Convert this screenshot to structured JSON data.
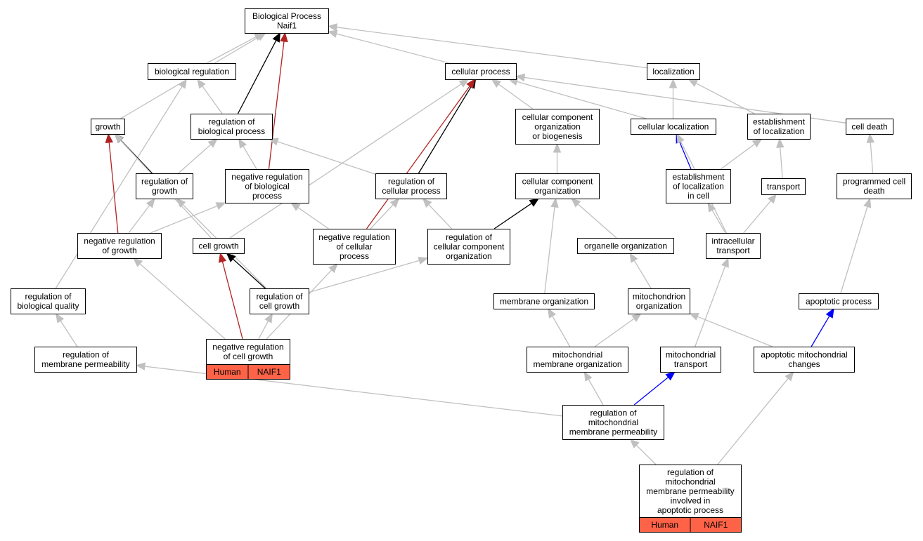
{
  "colors": {
    "gray": "#c0c0c0",
    "black": "#000000",
    "red": "#b22222",
    "blue": "#0000ff",
    "annotation_fill": "#ff6347"
  },
  "nodes": [
    {
      "id": "bp",
      "lines": [
        "Biological Process",
        "Naif1"
      ]
    },
    {
      "id": "bioreg",
      "lines": [
        "biological regulation"
      ]
    },
    {
      "id": "cellproc",
      "lines": [
        "cellular process"
      ]
    },
    {
      "id": "loc",
      "lines": [
        "localization"
      ]
    },
    {
      "id": "growth",
      "lines": [
        "growth"
      ]
    },
    {
      "id": "regbp",
      "lines": [
        "regulation of",
        "biological process"
      ]
    },
    {
      "id": "ccob",
      "lines": [
        "cellular component",
        "organization",
        "or biogenesis"
      ]
    },
    {
      "id": "cellloc",
      "lines": [
        "cellular localization"
      ]
    },
    {
      "id": "estloc",
      "lines": [
        "establishment",
        "of localization"
      ]
    },
    {
      "id": "celldeath",
      "lines": [
        "cell death"
      ]
    },
    {
      "id": "reggrowth",
      "lines": [
        "regulation of",
        "growth"
      ]
    },
    {
      "id": "negregbp",
      "lines": [
        "negative regulation",
        "of biological",
        "process"
      ]
    },
    {
      "id": "regcp",
      "lines": [
        "regulation of",
        "cellular process"
      ]
    },
    {
      "id": "cco",
      "lines": [
        "cellular component",
        "organization"
      ]
    },
    {
      "id": "estlocc",
      "lines": [
        "establishment",
        "of localization",
        "in cell"
      ]
    },
    {
      "id": "transport",
      "lines": [
        "transport"
      ]
    },
    {
      "id": "pcd",
      "lines": [
        "programmed cell",
        "death"
      ]
    },
    {
      "id": "negreggrowth",
      "lines": [
        "negative regulation",
        "of growth"
      ]
    },
    {
      "id": "cellgrowth",
      "lines": [
        "cell growth"
      ]
    },
    {
      "id": "negregcp",
      "lines": [
        "negative regulation",
        "of cellular",
        "process"
      ]
    },
    {
      "id": "regcco",
      "lines": [
        "regulation of",
        "cellular component",
        "organization"
      ]
    },
    {
      "id": "orgorg",
      "lines": [
        "organelle organization"
      ]
    },
    {
      "id": "ict",
      "lines": [
        "intracellular",
        "transport"
      ]
    },
    {
      "id": "regbq",
      "lines": [
        "regulation of",
        "biological quality"
      ]
    },
    {
      "id": "regcg",
      "lines": [
        "regulation of",
        "cell growth"
      ]
    },
    {
      "id": "memorg",
      "lines": [
        "membrane organization"
      ]
    },
    {
      "id": "mitoorg",
      "lines": [
        "mitochondrion",
        "organization"
      ]
    },
    {
      "id": "apop",
      "lines": [
        "apoptotic process"
      ]
    },
    {
      "id": "regmp",
      "lines": [
        "regulation of",
        "membrane permeability"
      ]
    },
    {
      "id": "negregcg",
      "lines": [
        "negative regulation",
        "of cell growth"
      ],
      "annotation": [
        "Human",
        "NAIF1"
      ]
    },
    {
      "id": "mitomemorg",
      "lines": [
        "mitochondrial",
        "membrane organization"
      ]
    },
    {
      "id": "mitotrans",
      "lines": [
        "mitochondrial",
        "transport"
      ]
    },
    {
      "id": "apopmito",
      "lines": [
        "apoptotic mitochondrial",
        "changes"
      ]
    },
    {
      "id": "regmmp",
      "lines": [
        "regulation of",
        "mitochondrial",
        "membrane permeability"
      ]
    },
    {
      "id": "regmmpapop",
      "lines": [
        "regulation of",
        "mitochondrial",
        "membrane permeability",
        "involved in",
        "apoptotic process"
      ],
      "annotation": [
        "Human",
        "NAIF1"
      ]
    }
  ],
  "edges": [
    {
      "from": "bioreg",
      "to": "bp",
      "color": "gray"
    },
    {
      "from": "growth",
      "to": "bp",
      "color": "gray"
    },
    {
      "from": "regbp",
      "to": "bp",
      "color": "black"
    },
    {
      "from": "negregbp",
      "to": "bp",
      "color": "red"
    },
    {
      "from": "cellproc",
      "to": "bp",
      "color": "gray"
    },
    {
      "from": "loc",
      "to": "bp",
      "color": "gray"
    },
    {
      "from": "regbp",
      "to": "bioreg",
      "color": "gray"
    },
    {
      "from": "regbq",
      "to": "bioreg",
      "color": "gray"
    },
    {
      "from": "reggrowth",
      "to": "growth",
      "color": "black"
    },
    {
      "from": "negreggrowth",
      "to": "growth",
      "color": "red"
    },
    {
      "from": "cellgrowth",
      "to": "growth",
      "color": "gray"
    },
    {
      "from": "reggrowth",
      "to": "regbp",
      "color": "gray"
    },
    {
      "from": "negregbp",
      "to": "regbp",
      "color": "gray"
    },
    {
      "from": "regcp",
      "to": "regbp",
      "color": "gray"
    },
    {
      "from": "regcp",
      "to": "cellproc",
      "color": "black"
    },
    {
      "from": "negregcp",
      "to": "cellproc",
      "color": "red"
    },
    {
      "from": "cellgrowth",
      "to": "cellproc",
      "color": "gray"
    },
    {
      "from": "ccob",
      "to": "cellproc",
      "color": "gray"
    },
    {
      "from": "cellloc",
      "to": "cellproc",
      "color": "gray"
    },
    {
      "from": "celldeath",
      "to": "cellproc",
      "color": "gray"
    },
    {
      "from": "cellloc",
      "to": "loc",
      "color": "gray"
    },
    {
      "from": "estloc",
      "to": "loc",
      "color": "gray"
    },
    {
      "from": "cco",
      "to": "ccob",
      "color": "gray"
    },
    {
      "from": "estlocc",
      "to": "cellloc",
      "color": "blue"
    },
    {
      "from": "ict",
      "to": "cellloc",
      "color": "gray"
    },
    {
      "from": "estlocc",
      "to": "estloc",
      "color": "gray"
    },
    {
      "from": "transport",
      "to": "estloc",
      "color": "gray"
    },
    {
      "from": "pcd",
      "to": "celldeath",
      "color": "gray"
    },
    {
      "from": "negreggrowth",
      "to": "reggrowth",
      "color": "gray"
    },
    {
      "from": "regcg",
      "to": "reggrowth",
      "color": "gray"
    },
    {
      "from": "negreggrowth",
      "to": "negregbp",
      "color": "gray"
    },
    {
      "from": "negregcp",
      "to": "negregbp",
      "color": "gray"
    },
    {
      "from": "negregcp",
      "to": "regcp",
      "color": "gray"
    },
    {
      "from": "regcco",
      "to": "regcp",
      "color": "gray"
    },
    {
      "from": "regcco",
      "to": "cco",
      "color": "black"
    },
    {
      "from": "orgorg",
      "to": "cco",
      "color": "gray"
    },
    {
      "from": "memorg",
      "to": "cco",
      "color": "gray"
    },
    {
      "from": "ict",
      "to": "estlocc",
      "color": "gray"
    },
    {
      "from": "ict",
      "to": "transport",
      "color": "gray"
    },
    {
      "from": "apop",
      "to": "pcd",
      "color": "gray"
    },
    {
      "from": "negregcg",
      "to": "negreggrowth",
      "color": "gray"
    },
    {
      "from": "regcg",
      "to": "cellgrowth",
      "color": "black"
    },
    {
      "from": "negregcg",
      "to": "cellgrowth",
      "color": "red"
    },
    {
      "from": "negregcg",
      "to": "negregcp",
      "color": "gray"
    },
    {
      "from": "regcg",
      "to": "regcco",
      "color": "gray"
    },
    {
      "from": "mitoorg",
      "to": "orgorg",
      "color": "gray"
    },
    {
      "from": "mitotrans",
      "to": "ict",
      "color": "gray"
    },
    {
      "from": "regmp",
      "to": "regbq",
      "color": "gray"
    },
    {
      "from": "negregcg",
      "to": "regcg",
      "color": "gray"
    },
    {
      "from": "mitomemorg",
      "to": "memorg",
      "color": "gray"
    },
    {
      "from": "mitomemorg",
      "to": "mitoorg",
      "color": "gray"
    },
    {
      "from": "apopmito",
      "to": "mitoorg",
      "color": "gray"
    },
    {
      "from": "apopmito",
      "to": "apop",
      "color": "blue"
    },
    {
      "from": "regmmp",
      "to": "regmp",
      "color": "gray"
    },
    {
      "from": "regmmp",
      "to": "mitomemorg",
      "color": "gray"
    },
    {
      "from": "regmmp",
      "to": "mitotrans",
      "color": "blue"
    },
    {
      "from": "regmmpapop",
      "to": "regmmp",
      "color": "gray"
    },
    {
      "from": "regmmpapop",
      "to": "apopmito",
      "color": "gray"
    }
  ]
}
